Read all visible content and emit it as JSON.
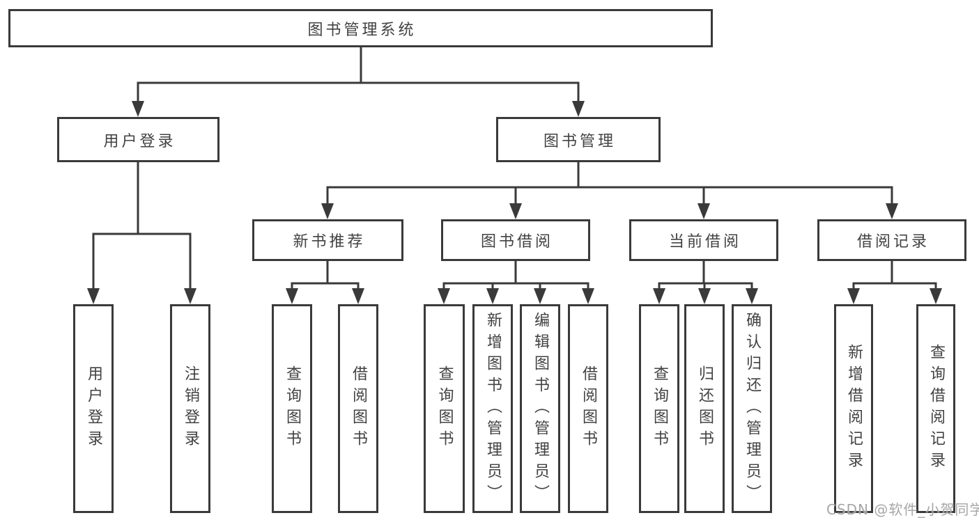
{
  "tree": {
    "root": {
      "label": "图书管理系统",
      "children": [
        {
          "label": "用户登录",
          "children": [
            {
              "label": "用户登录"
            },
            {
              "label": "注销登录"
            }
          ]
        },
        {
          "label": "图书管理",
          "children": [
            {
              "label": "新书推荐",
              "children": [
                {
                  "label": "查询图书"
                },
                {
                  "label": "借阅图书"
                }
              ]
            },
            {
              "label": "图书借阅",
              "children": [
                {
                  "label": "查询图书"
                },
                {
                  "label": "新增图书（管理员）"
                },
                {
                  "label": "编辑图书（管理员）"
                },
                {
                  "label": "借阅图书"
                }
              ]
            },
            {
              "label": "当前借阅",
              "children": [
                {
                  "label": "查询图书"
                },
                {
                  "label": "归还图书"
                },
                {
                  "label": "确认归还（管理员）"
                }
              ]
            },
            {
              "label": "借阅记录",
              "children": [
                {
                  "label": "新增借阅记录"
                },
                {
                  "label": "查询借阅记录"
                }
              ]
            }
          ]
        }
      ]
    }
  },
  "watermark": {
    "text": "CSDN @软件_小贺同学"
  },
  "colors": {
    "line": "#3a3a3a",
    "text": "#424242",
    "background": "#ffffff",
    "watermark": "#9e9e9e"
  }
}
